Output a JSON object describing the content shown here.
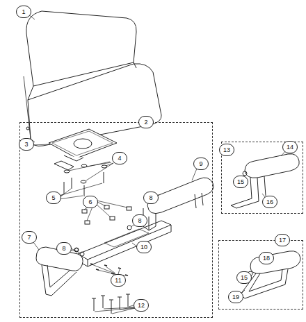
{
  "diagram": {
    "nodes": [
      {
        "text": [
          "2"
        ]
      },
      {
        "text": [
          "13"
        ]
      },
      {
        "text": [
          "17"
        ]
      }
    ],
    "labels": [
      "1",
      "3",
      "4",
      "5",
      "6",
      "7",
      "8",
      "8",
      "8",
      "9",
      "10",
      "11",
      "12",
      "14",
      "15",
      "16",
      "18",
      "15",
      "19"
    ]
  }
}
